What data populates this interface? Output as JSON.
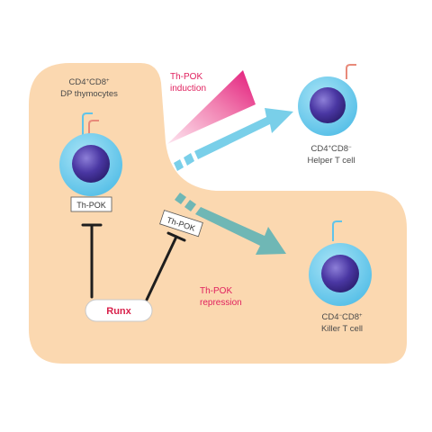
{
  "cells": {
    "dp": {
      "line1": "CD4",
      "sup1": "+",
      "line1b": "CD8",
      "sup2": "+",
      "line2": "DP thymocytes"
    },
    "helper": {
      "line1": "CD4",
      "sup1": "+",
      "line1b": "CD8",
      "sup2": "−",
      "line2": "Helper T cell"
    },
    "killer": {
      "line1": "CD4",
      "sup1": "−",
      "line1b": "CD8",
      "sup2": "+",
      "line2": "Killer T cell"
    }
  },
  "labels": {
    "induction_1": "Th-POK",
    "induction_2": "induction",
    "repression_1": "Th-POK",
    "repression_2": "repression",
    "thpok_box_1": "Th-POK",
    "thpok_box_2": "Th-POK",
    "runx": "Runx"
  },
  "colors": {
    "background_blob": "#fbd8b0",
    "cell_membrane": "#5fc4ea",
    "nucleus": "#3d2a8c",
    "induction_arrow": "#79cfe9",
    "repression_arrow": "#6fb7b5",
    "wedge": "#e2197a",
    "label_red": "#e0205e",
    "runx_text": "#d8204a",
    "receptor": "#e88a7a"
  }
}
